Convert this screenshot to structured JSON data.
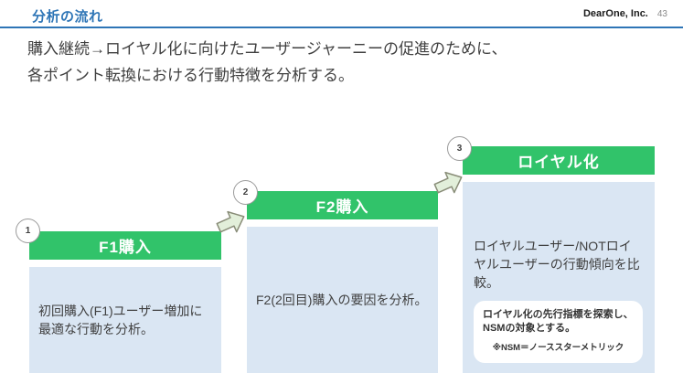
{
  "header": {
    "title": "分析の流れ",
    "company": "DearOne, Inc.",
    "page_number": "43"
  },
  "lead": {
    "line1": "購入継続→ロイヤル化に向けたユーザージャーニーの促進のために、",
    "line2": "各ポイント転換における行動特徴を分析する。"
  },
  "steps": [
    {
      "number": "1",
      "title": "F1購入",
      "body": "初回購入(F1)ユーザー増加に最適な行動を分析。"
    },
    {
      "number": "2",
      "title": "F2購入",
      "body": "F2(2回目)購入の要因を分析。"
    },
    {
      "number": "3",
      "title": "ロイヤル化",
      "body": "ロイヤルユーザー/NOTロイヤルユーザーの行動傾向を比較。",
      "callout": {
        "text": "ロイヤル化の先行指標を探索し、NSMの対象とする。",
        "note": "※NSM＝ノーススターメトリック"
      }
    }
  ],
  "icons": {
    "arrow": "block-arrow-right"
  },
  "colors": {
    "accent_blue": "#2e75b6",
    "step_green": "#31c36a",
    "body_blue": "#dae6f3",
    "arrow_fill": "#e2efda",
    "arrow_stroke": "#898d78"
  }
}
